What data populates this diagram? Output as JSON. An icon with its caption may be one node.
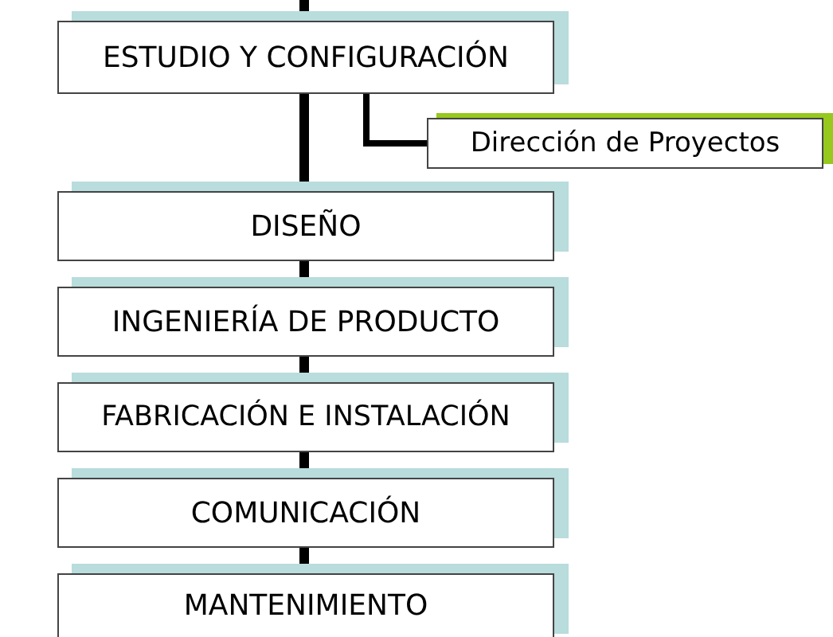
{
  "diagram": {
    "nodes": [
      {
        "text": [
          "ESTUDIO Y CONFIGURACIÓN"
        ]
      },
      {
        "text": [
          "Dirección de Proyectos"
        ]
      },
      {
        "text": [
          "DISEÑO"
        ]
      },
      {
        "text": [
          "INGENIERÍA DE PRODUCTO"
        ]
      },
      {
        "text": [
          "FABRICACIÓN E INSTALACIÓN"
        ]
      },
      {
        "text": [
          "COMUNICACIÓN"
        ]
      },
      {
        "text": [
          "MANTENIMIENTO"
        ]
      }
    ],
    "edges": [
      {
        "from": null,
        "to": 0,
        "arrow": "none"
      },
      {
        "from": 0,
        "to": 1,
        "arrow": "none"
      },
      {
        "from": 0,
        "to": 2,
        "arrow": "none"
      },
      {
        "from": 2,
        "to": 3,
        "arrow": "none"
      },
      {
        "from": 3,
        "to": 4,
        "arrow": "none"
      },
      {
        "from": 4,
        "to": 5,
        "arrow": "none"
      },
      {
        "from": 5,
        "to": 6,
        "arrow": "none"
      }
    ]
  }
}
